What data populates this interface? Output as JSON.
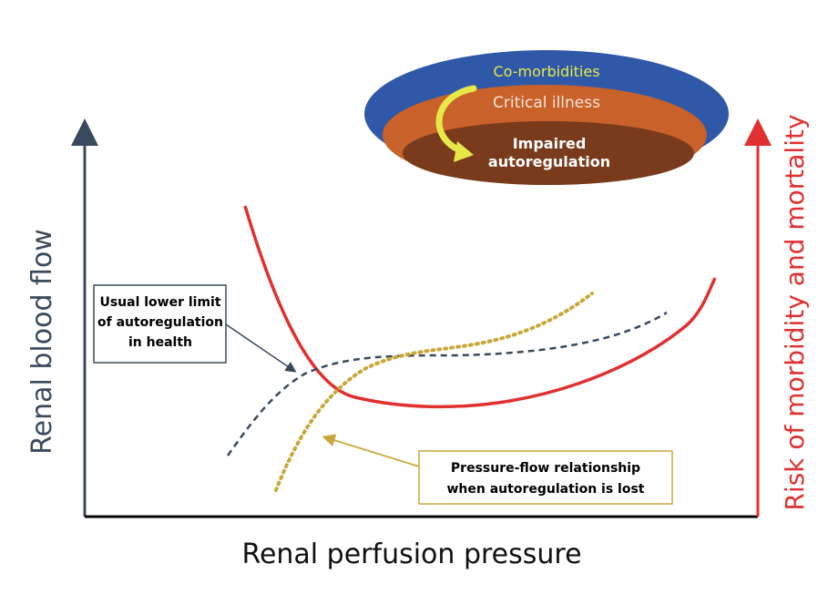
{
  "axes": {
    "x_label": "Renal perfusion pressure",
    "y_left_label": "Renal blood flow",
    "y_right_label": "Risk of morbidity and mortality"
  },
  "layers": {
    "outer": "Co-morbidities",
    "middle": "Critical illness",
    "inner_line1": "Impaired",
    "inner_line2": "autoregulation"
  },
  "callouts": {
    "lower_limit": [
      "Usual lower limit",
      "of autoregulation",
      "in health"
    ],
    "lost_relationship": [
      "Pressure-flow relationship",
      "when autoregulation is lost"
    ]
  },
  "colors": {
    "axis_left": "#3a4a5c",
    "axis_right": "#e03030",
    "risk_curve": "#e03030",
    "autoreg_curve": "#3a4a5c",
    "lost_curve": "#c8a83a",
    "layer_outer": "#2f58a8",
    "layer_middle": "#c8612a",
    "layer_inner": "#7a3a1c",
    "arrow_yellow": "#e6e84a",
    "text_yellow": "#e6e84a"
  }
}
